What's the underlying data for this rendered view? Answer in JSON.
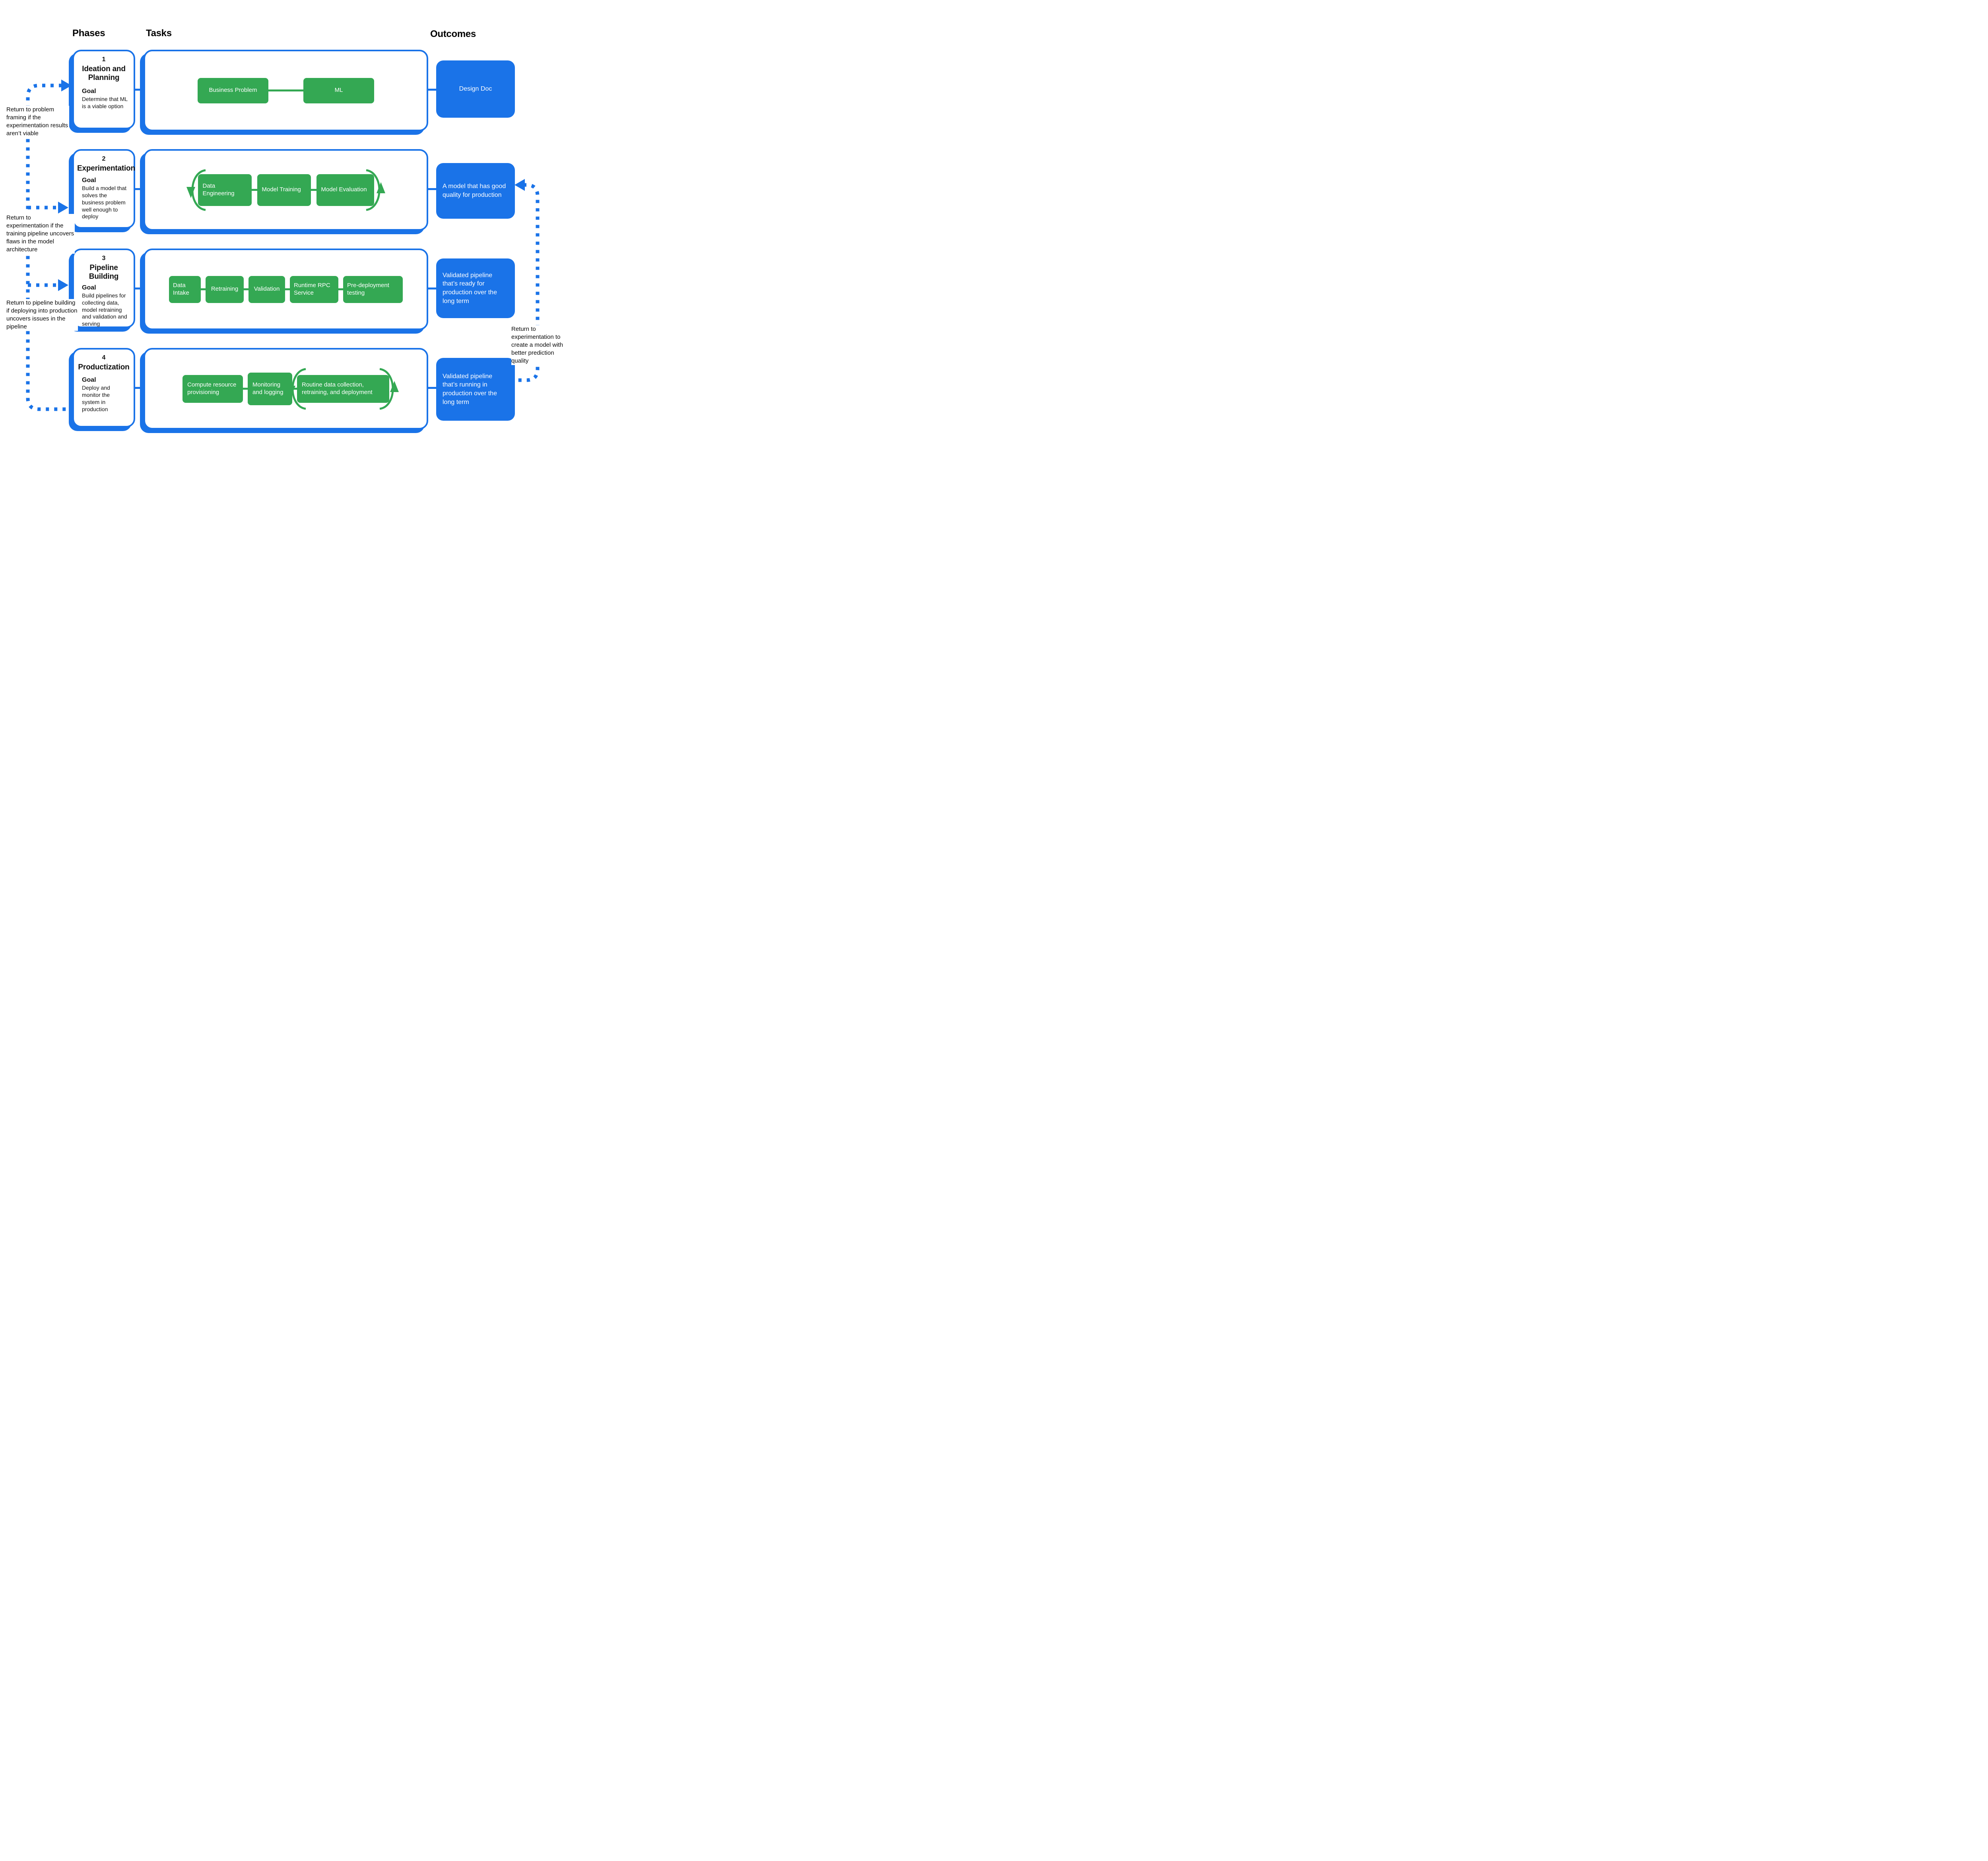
{
  "headers": {
    "phases": "Phases",
    "tasks": "Tasks",
    "outcomes": "Outcomes"
  },
  "colors": {
    "blue": "#1A73E8",
    "green": "#34A853"
  },
  "phases": [
    {
      "number": "1",
      "title": "Ideation and Planning",
      "goal_label": "Goal",
      "goal": "Determine that ML is a viable option",
      "tasks": [
        "Business Problem",
        "ML"
      ],
      "outcome": "Design Doc"
    },
    {
      "number": "2",
      "title": "Experimentation",
      "goal_label": "Goal",
      "goal": "Build a model that solves the business problem well enough to deploy",
      "tasks": [
        "Data Engineering",
        "Model Training",
        "Model Evaluation"
      ],
      "outcome": "A model that has good quality for production"
    },
    {
      "number": "3",
      "title": "Pipeline Building",
      "goal_label": "Goal",
      "goal": "Build pipelines for collecting data, model retraining and validation and serving",
      "tasks": [
        "Data Intake",
        "Retraining",
        "Validation",
        "Runtime RPC Service",
        "Pre-deployment testing"
      ],
      "outcome": "Validated pipeline that’s ready for production over the long term"
    },
    {
      "number": "4",
      "title": "Productization",
      "goal_label": "Goal",
      "goal": "Deploy and monitor the system in production",
      "tasks": [
        "Compute  resource provisioning",
        "Monitoring and logging",
        "Routine data collection, retraining, and deployment"
      ],
      "outcome": "Validated pipeline that’s running in production over the long term"
    }
  ],
  "annotations": {
    "left": [
      "Return to problem framing if the experimentation results aren’t viable",
      "Return to experimentation if the training pipeline uncovers flaws in the model architecture",
      "Return to pipeline building if deploying into production uncovers issues in the pipeline"
    ],
    "right": "Return to experimentation to create a model with better prediction quality"
  }
}
